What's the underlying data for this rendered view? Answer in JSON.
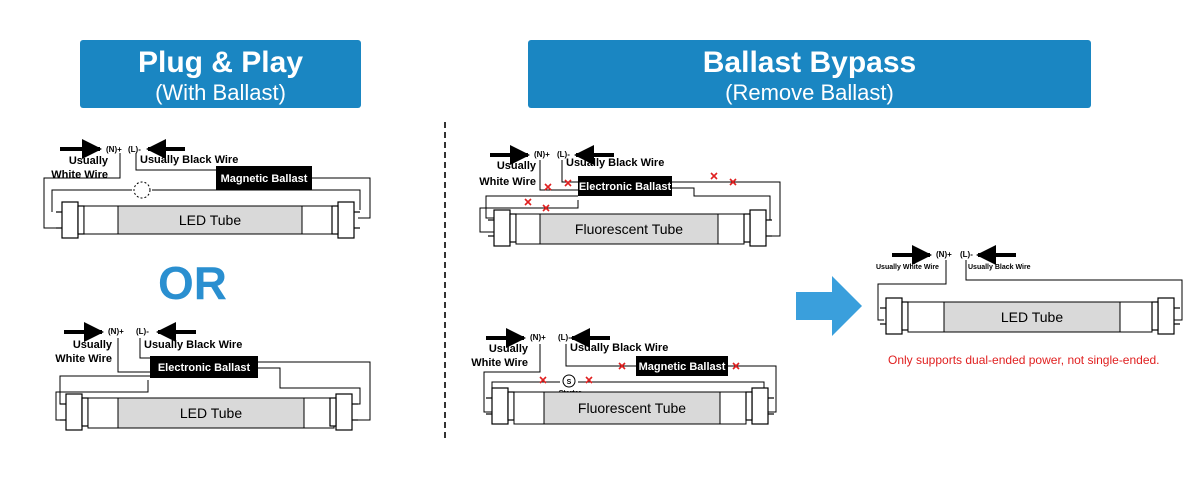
{
  "left_panel": {
    "title": "Plug & Play",
    "subtitle": "(With Ballast)",
    "or_text": "OR",
    "top": {
      "neutral": "(N)+",
      "line": "(L)-",
      "white_wire": "Usually\nWhite Wire",
      "black_wire": "Usually Black Wire",
      "ballast": "Magnetic Ballast",
      "tube": "LED Tube"
    },
    "bottom": {
      "neutral": "(N)+",
      "line": "(L)-",
      "white_wire": "Usually\nWhite Wire",
      "black_wire": "Usually Black Wire",
      "ballast": "Electronic Ballast",
      "tube": "LED Tube"
    }
  },
  "right_panel": {
    "title": "Ballast Bypass",
    "subtitle": "(Remove Ballast)",
    "top": {
      "neutral": "(N)+",
      "line": "(L)-",
      "white_wire": "Usually\nWhite Wire",
      "black_wire": "Usually Black Wire",
      "ballast": "Electronic Ballast",
      "tube": "Fluorescent Tube"
    },
    "bottom": {
      "neutral": "(N)+",
      "line": "(L)-",
      "white_wire": "Usually\nWhite Wire",
      "black_wire": "Usually Black Wire",
      "ballast": "Magnetic Ballast",
      "starter": "S",
      "starter_label": "Starter",
      "tube": "Fluorescent Tube"
    },
    "result": {
      "neutral": "(N)+",
      "line": "(L)-",
      "white_wire": "Usually White Wire",
      "black_wire": "Usually Black Wire",
      "tube": "LED Tube",
      "note": "Only supports dual-ended power, not single-ended."
    }
  },
  "colors": {
    "banner": "#1a86c2",
    "or_text": "#2a8fd0",
    "arrow": "#3a9fdc",
    "cut_mark": "#e02020",
    "tube_fill": "#d9d9d9"
  }
}
